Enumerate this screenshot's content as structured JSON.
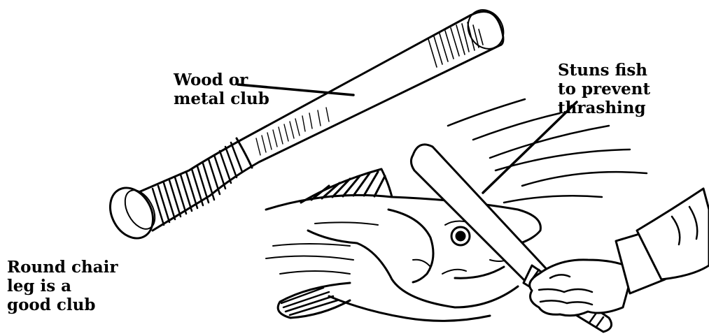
{
  "colors": {
    "ink": "#000000",
    "paper": "#ffffff"
  },
  "labels": {
    "club_material": [
      "Wood or",
      "metal club"
    ],
    "purpose": [
      "Stuns fish",
      "to prevent",
      "thrashing"
    ],
    "tip": [
      "Round chair",
      "leg is a",
      "good club"
    ]
  }
}
